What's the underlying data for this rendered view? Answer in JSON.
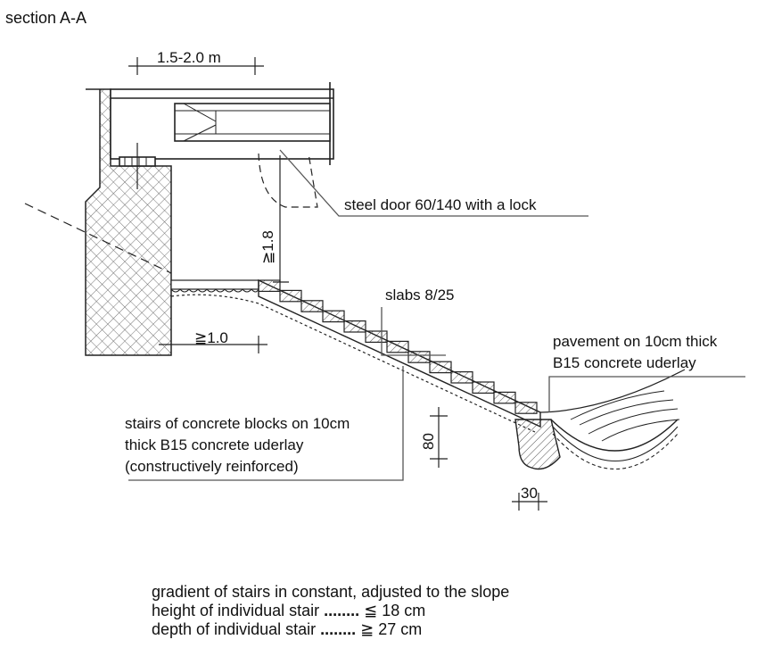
{
  "title": "section A-A",
  "labels": {
    "top_dim": "1.5-2.0 m",
    "door": "steel door 60/140 with a lock",
    "head_clear": "≧1.8",
    "slabs": "slabs 8/25",
    "wall_dist": "≧1.0",
    "pavement_line1": "pavement on 10cm thick",
    "pavement_line2": "B15 concrete uderlay",
    "stairs_line1": "stairs of concrete blocks on 10cm",
    "stairs_line2": "thick B15 concrete uderlay",
    "stairs_line3": "(constructively reinforced)",
    "dim_80": "80",
    "dim_30": "30"
  },
  "notes": {
    "line1": "gradient of stairs in constant, adjusted to the slope",
    "line2_label": "height of individual stair",
    "line2_dots": "........",
    "line2_value": "≦ 18 cm",
    "line3_label": "depth of individual stair",
    "line3_dots": "........",
    "line3_value": "≧ 27 cm"
  }
}
